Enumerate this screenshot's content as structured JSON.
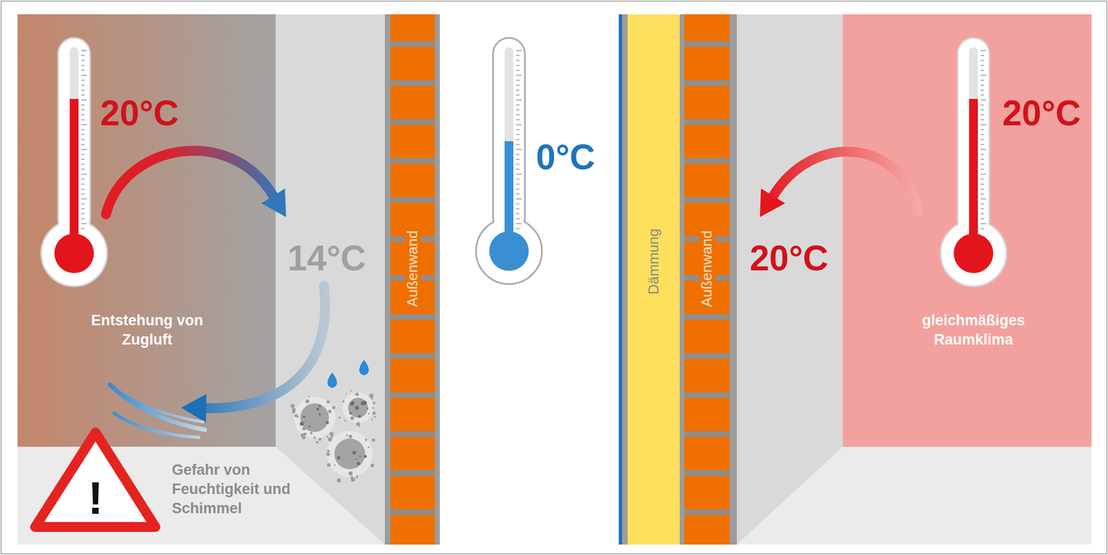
{
  "diagram": {
    "nodes": [
      {
        "text": [
          "Außenwand"
        ]
      },
      {
        "text": [
          "Dämmung"
        ]
      },
      {
        "text": [
          "Außenwand"
        ]
      }
    ],
    "labels": [
      "20°C",
      "14°C",
      "Entstehung von Zugluft",
      "!",
      "Gefahr von Feuchtigkeit und Schimmel",
      "0°C",
      "20°C",
      "20°C",
      "gleichmäßiges Raumklima"
    ]
  }
}
